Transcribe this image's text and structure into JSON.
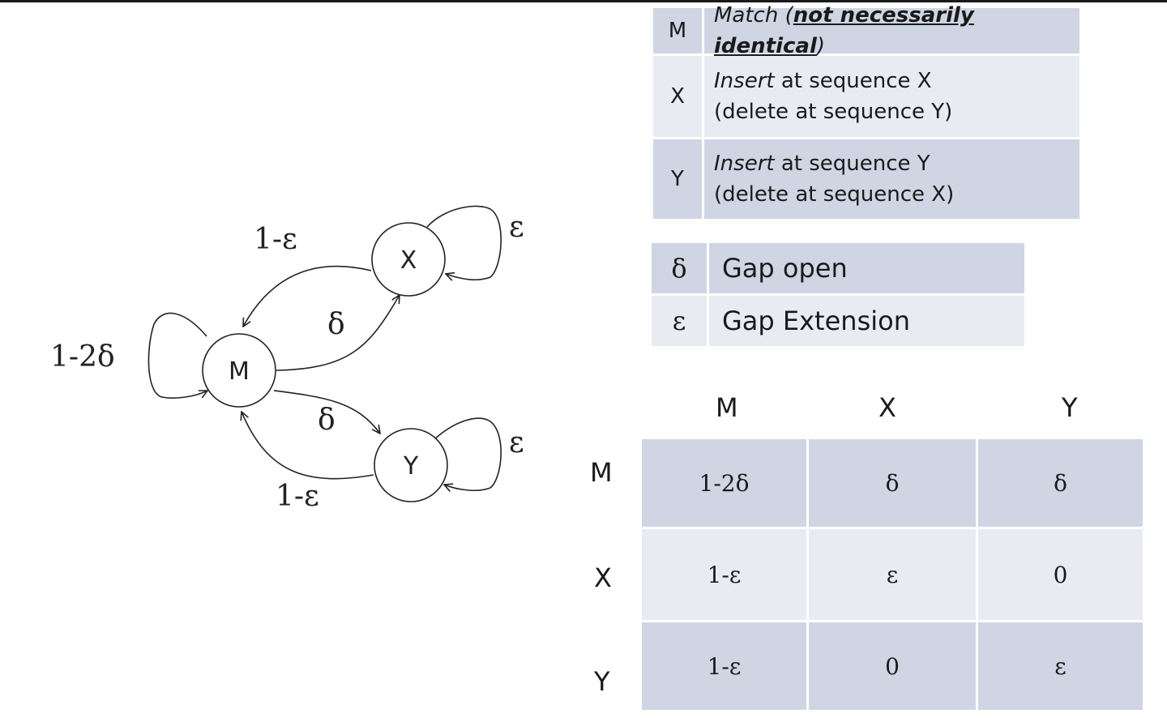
{
  "diagram": {
    "nodes": {
      "M": "M",
      "X": "X",
      "Y": "Y"
    },
    "edge_labels": {
      "m_self": "1-2δ",
      "x_to_m": "1-ε",
      "m_to_x": "δ",
      "x_self": "ε",
      "m_to_y": "δ",
      "y_to_m": "1-ε",
      "y_self": "ε"
    }
  },
  "states": [
    {
      "key": "M",
      "line1_italic": "Match (",
      "line1_bold": "not necessarily identical",
      "line1_end": ")",
      "line2": ""
    },
    {
      "key": "X",
      "line1_italic": "Insert",
      "line1_rest": " at sequence X",
      "line2": "(delete at sequence Y)"
    },
    {
      "key": "Y",
      "line1_italic": "Insert",
      "line1_rest": " at sequence Y",
      "line2": "(delete at sequence X)"
    }
  ],
  "gaps": [
    {
      "symbol": "δ",
      "name": "Gap open"
    },
    {
      "symbol": "ε",
      "name": "Gap Extension"
    }
  ],
  "matrix": {
    "columns": [
      "M",
      "X",
      "Y"
    ],
    "rows": [
      "M",
      "X",
      "Y"
    ],
    "cells": [
      [
        "1-2δ",
        "δ",
        "δ"
      ],
      [
        "1-ε",
        "ε",
        "0"
      ],
      [
        "1-ε",
        "0",
        "ε"
      ]
    ]
  },
  "colors": {
    "cell_dark": "#cfd5e3",
    "cell_light": "#e8ebf2",
    "stroke": "#222222"
  }
}
